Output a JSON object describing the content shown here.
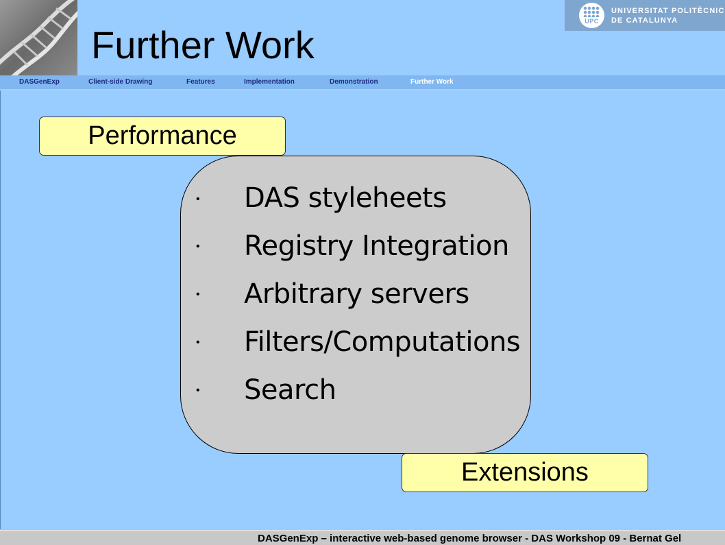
{
  "slide": {
    "title": "Further Work"
  },
  "logo": {
    "seal_text": "UPC",
    "line1": "UNIVERSITAT POLITÈCNICA",
    "line2": "DE CATALUNYA"
  },
  "nav": {
    "items": [
      {
        "label": "DASGenExp",
        "active": false
      },
      {
        "label": "Client-side Drawing",
        "active": false
      },
      {
        "label": "Features",
        "active": false
      },
      {
        "label": "Implementation",
        "active": false
      },
      {
        "label": "Demonstration",
        "active": false
      },
      {
        "label": "Further Work",
        "active": true
      }
    ]
  },
  "labels": {
    "performance": "Performance",
    "extensions": "Extensions"
  },
  "list": {
    "bullet": "•",
    "items": [
      " DAS styleheets",
      "Registry Integration",
      "Arbitrary servers",
      "Filters/Computations",
      "Search"
    ]
  },
  "footer": {
    "text": "DASGenExp – interactive web-based genome browser   -   DAS Workshop 09   -   Bernat Gel"
  },
  "colors": {
    "background": "#99ccff",
    "label_fill": "#ffffaa",
    "panel_fill": "#cccccc",
    "nav_active": "#ffffff",
    "nav_inactive": "#1a2a80"
  }
}
